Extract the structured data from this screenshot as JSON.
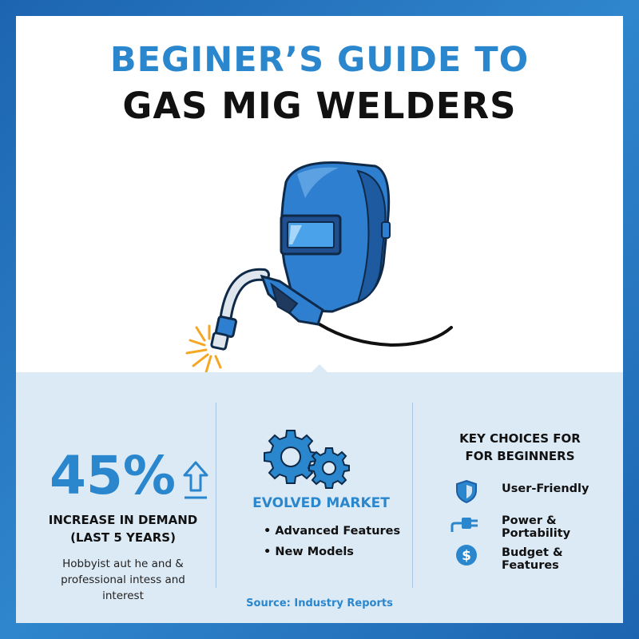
{
  "header": {
    "title_line1": "BEGINER’S GUIDE TO",
    "title_line2": "GAS MIG WELDERS"
  },
  "illustration": {
    "subject": "welding-helmet-and-mig-torch",
    "accent_color": "#2a86cd",
    "spark_color": "#f5a623"
  },
  "stats": {
    "demand_value": "45%",
    "demand_label_line1": "INCREASE IN DEMAND",
    "demand_label_line2": "(LAST 5 YEARS)",
    "demand_desc_line1": "Hobbyist aut he and &",
    "demand_desc_line2": "professional intess and",
    "demand_desc_line3": "interest",
    "arrow_icon": "arrow-up-icon"
  },
  "market": {
    "icon": "gears-icon",
    "title": "EVOLVED MARKET",
    "items": [
      "• Advanced Features",
      "• New Models"
    ]
  },
  "choices": {
    "title_line1": "KEY CHOICES FOR",
    "title_line2": "FOR BEGINNERS",
    "items": [
      {
        "icon": "shield-icon",
        "label": "User-Friendly"
      },
      {
        "icon": "plug-icon",
        "label": "Power & Portability"
      },
      {
        "icon": "dollar-icon",
        "label": "Budget & Features"
      }
    ]
  },
  "footer": {
    "source": "Source: Industry Reports"
  },
  "colors": {
    "brand_blue": "#2a86cd",
    "dark_blue": "#1d5fa6",
    "panel_bg": "#dceaf6",
    "frame_bg": "#1d64b0"
  }
}
